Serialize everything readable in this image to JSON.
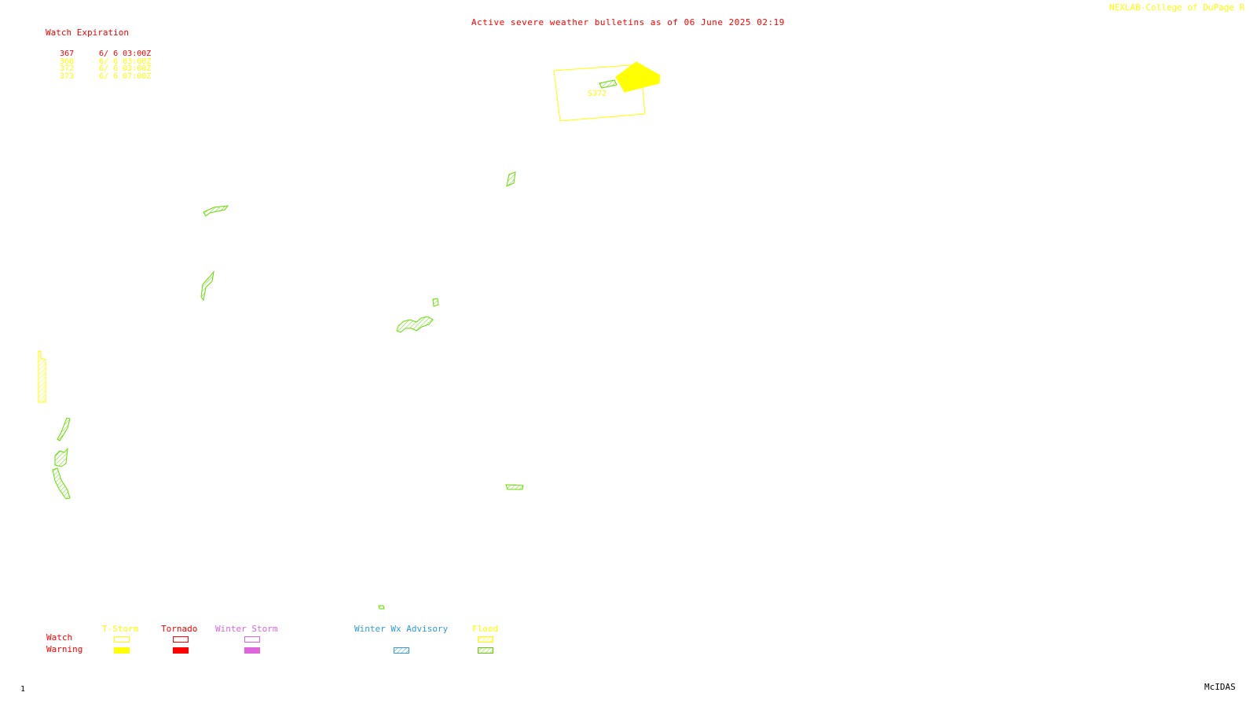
{
  "header": {
    "title": "Active severe weather bulletins as of 06 June 2025 02:19",
    "credit": "NEXLAB-College of DuPage R"
  },
  "watch_expiration": {
    "heading": "Watch Expiration",
    "rows": [
      {
        "id": "367",
        "time": "6/ 6 03:00Z",
        "color": "#ff0000"
      },
      {
        "id": "368",
        "time": "6/ 6 03:00Z",
        "color": "#ffff00"
      },
      {
        "id": "372",
        "time": "6/ 6 03:00Z",
        "color": "#ffff00"
      },
      {
        "id": "373",
        "time": "6/ 6 07:00Z",
        "color": "#ffff00"
      }
    ]
  },
  "map": {
    "watch_label": "S372",
    "colors": {
      "watch_outline": "#ffff00",
      "warning_fill": "#ffff00",
      "flood_warning": "#66dd00",
      "flood_watch": "#ffff00"
    }
  },
  "legend": {
    "row_labels": {
      "watch": "Watch",
      "warning": "Warning"
    },
    "columns": [
      {
        "label": "T-Storm",
        "color": "#ffff00"
      },
      {
        "label": "Tornado",
        "color": "#ff0000"
      },
      {
        "label": "Winter Storm",
        "color": "#dd66dd"
      },
      {
        "label": "Winter Wx Advisory",
        "color": "#3399dd"
      },
      {
        "label": "Flood",
        "color": "#ffff00"
      }
    ],
    "flood_warning_color": "#66cc00"
  },
  "footer": {
    "left": "1",
    "right": "McIDAS"
  }
}
